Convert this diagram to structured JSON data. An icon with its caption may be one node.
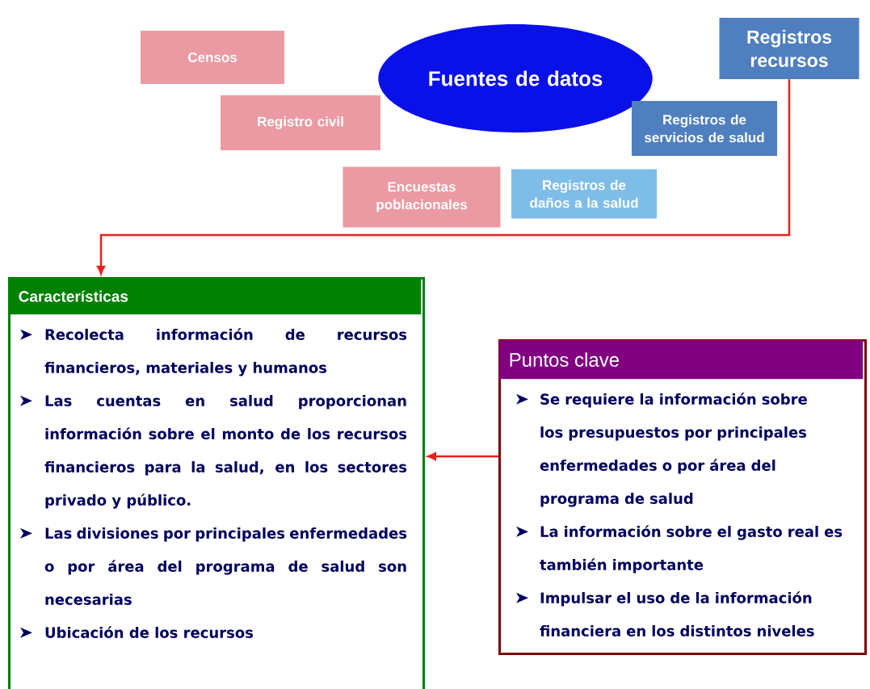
{
  "diagram": {
    "nodes": [
      {
        "text": [
          "Censos"
        ]
      },
      {
        "text": [
          "Fuentes de datos"
        ]
      },
      {
        "text": [
          "Registros recursos"
        ]
      },
      {
        "text": [
          "Registro civil"
        ]
      },
      {
        "text": [
          "Registros de servicios de salud"
        ]
      },
      {
        "text": [
          "Encuestas poblacionales"
        ]
      },
      {
        "text": [
          "Registros de daños a la salud"
        ]
      },
      {
        "text": [
          "Características",
          "Recolecta información de recursos financieros, materiales y humanos",
          "Las cuentas en salud proporcionan información sobre el monto de los recursos financieros para la salud, en los sectores privado y público.",
          "Las divisiones por principales enfermedades o por área del programa de salud son necesarias",
          "Ubicación de los recursos"
        ]
      },
      {
        "text": [
          "Puntos clave",
          "Se requiere la información sobre los presupuestos por principales enfermedades o por área del programa de salud",
          "La información sobre el gasto real es también importante",
          "Impulsar el uso de la información financiera en los distintos niveles"
        ]
      }
    ],
    "edges": [
      {
        "from": 2,
        "to": 7,
        "arrow": "to"
      },
      {
        "from": 8,
        "to": 7,
        "arrow": "to"
      }
    ]
  }
}
